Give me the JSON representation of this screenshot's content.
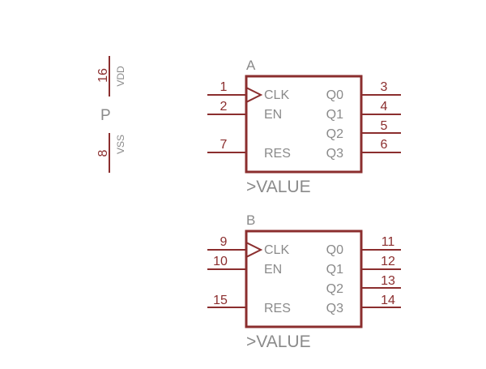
{
  "colors": {
    "wire": "#8b2e2e",
    "pin_number": "#8b2e2e",
    "text": "#8a8a8a",
    "background": "#ffffff"
  },
  "power": {
    "label": "P",
    "vdd": {
      "pin": "16",
      "name": "VDD"
    },
    "vss": {
      "pin": "8",
      "name": "VSS"
    }
  },
  "gates": [
    {
      "name": "A",
      "value": ">VALUE",
      "pins_left": [
        {
          "num": "1",
          "name": "CLK",
          "clock": true
        },
        {
          "num": "2",
          "name": "EN"
        },
        {
          "num": "7",
          "name": "RES"
        }
      ],
      "pins_right": [
        {
          "num": "3",
          "name": "Q0"
        },
        {
          "num": "4",
          "name": "Q1"
        },
        {
          "num": "5",
          "name": "Q2"
        },
        {
          "num": "6",
          "name": "Q3"
        }
      ]
    },
    {
      "name": "B",
      "value": ">VALUE",
      "pins_left": [
        {
          "num": "9",
          "name": "CLK",
          "clock": true
        },
        {
          "num": "10",
          "name": "EN"
        },
        {
          "num": "15",
          "name": "RES"
        }
      ],
      "pins_right": [
        {
          "num": "11",
          "name": "Q0"
        },
        {
          "num": "12",
          "name": "Q1"
        },
        {
          "num": "13",
          "name": "Q2"
        },
        {
          "num": "14",
          "name": "Q3"
        }
      ]
    }
  ]
}
